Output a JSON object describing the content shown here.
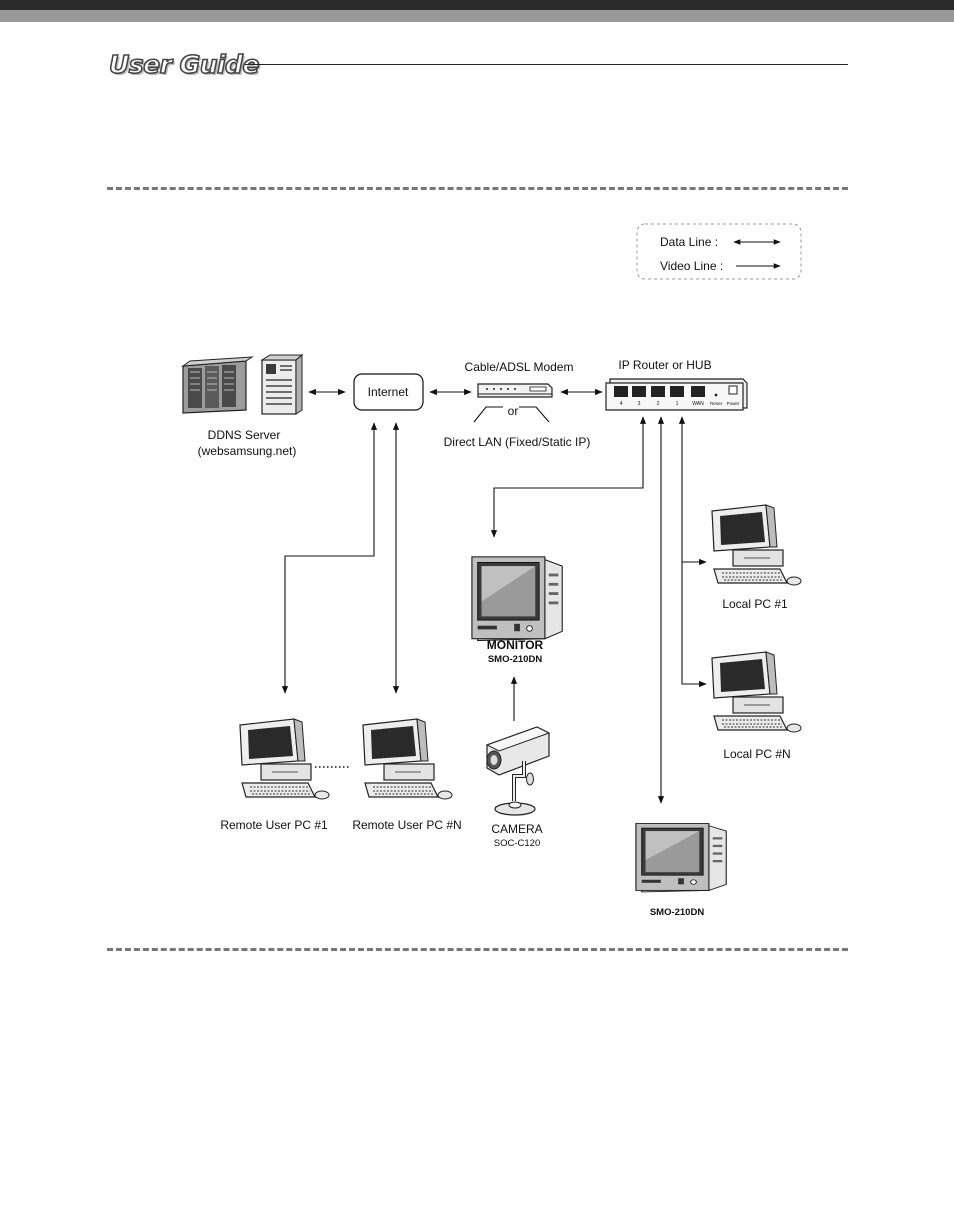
{
  "header": {
    "title": "User Guide"
  },
  "legend": {
    "data_line": "Data Line :",
    "video_line": "Video Line :"
  },
  "nodes": {
    "ddns_server": {
      "line1": "DDNS Server",
      "line2": "(websamsung.net)"
    },
    "internet": {
      "label": "Internet"
    },
    "modem": {
      "title": "Cable/ADSL Modem",
      "or": "or",
      "alt": "Direct LAN (Fixed/Static IP)"
    },
    "router": {
      "title": "IP Router or HUB",
      "ports": [
        "4",
        "3",
        "2",
        "1",
        "WAN"
      ],
      "reset": "Reset",
      "power": "Power"
    },
    "monitor": {
      "title": "MONITOR",
      "model": "SMO-210DN"
    },
    "camera": {
      "title": "CAMERA",
      "model": "SOC-C120"
    },
    "remote_pc_1": {
      "label": "Remote User PC #1"
    },
    "remote_pc_n": {
      "label": "Remote User PC #N"
    },
    "local_pc_1": {
      "label": "Local PC #1"
    },
    "local_pc_n": {
      "label": "Local PC #N"
    },
    "monitor_2": {
      "model": "SMO-210DN"
    }
  }
}
